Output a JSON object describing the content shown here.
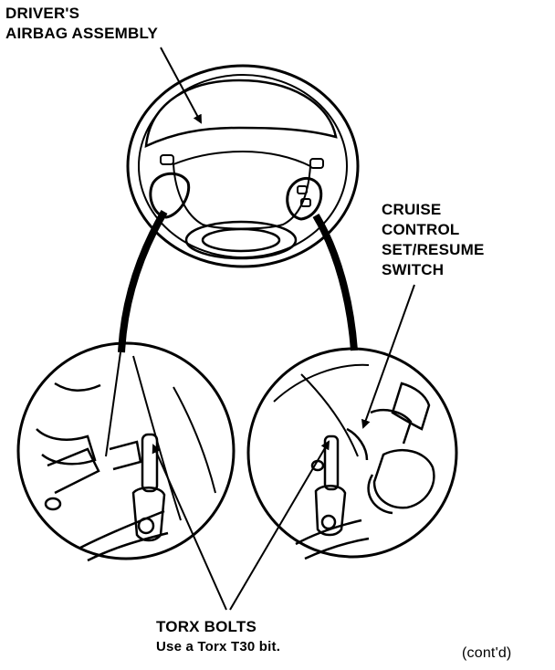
{
  "labels": {
    "airbag": [
      "DRIVER'S",
      "AIRBAG ASSEMBLY"
    ],
    "cruise": [
      "CRUISE",
      "CONTROL",
      "SET/RESUME",
      "SWITCH"
    ],
    "torx_title": "TORX BOLTS",
    "torx_note": "Use a Torx T30 bit.",
    "contd": "(cont'd)"
  },
  "colors": {
    "ink": "#000000",
    "paper": "#ffffff"
  }
}
